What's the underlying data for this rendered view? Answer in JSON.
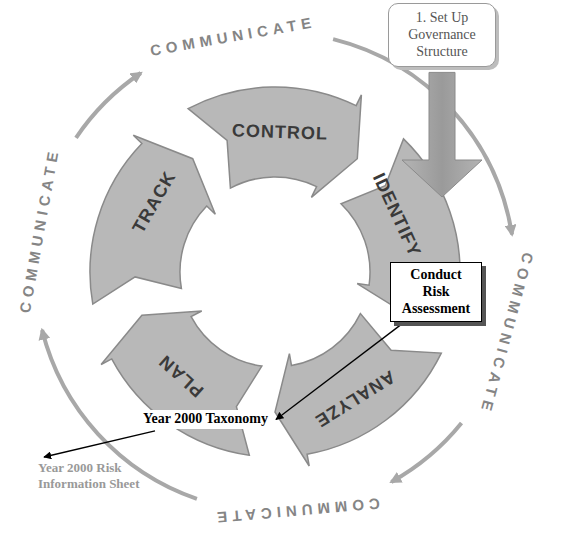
{
  "diagram": {
    "nodes": [
      {
        "text": [
          "1. Set Up Governance Structure"
        ]
      },
      {
        "text": [
          "Conduct Risk Assessment"
        ]
      }
    ],
    "labels": [
      "COMMUNICATE",
      "COMMUNICATE",
      "COMMUNICATE",
      "COMMUNICATE",
      "CONTROL",
      "IDENTIFY",
      "ANALYZE",
      "PLAN",
      "TRACK",
      "Year 2000 Taxonomy",
      "Year 2000 Risk Information Sheet"
    ]
  }
}
